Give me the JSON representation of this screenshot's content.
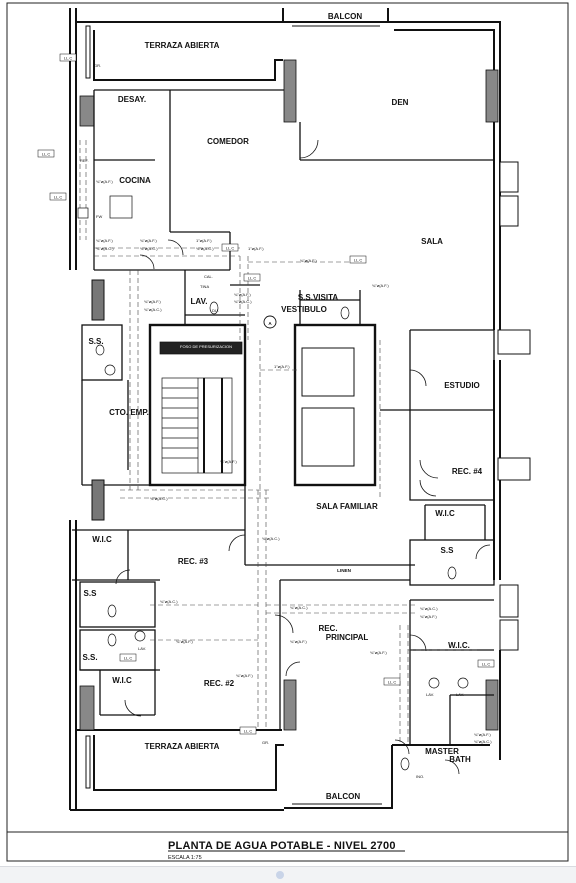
{
  "rooms": {
    "balcon_top": "BALCON",
    "terraza_top": "TERRAZA ABIERTA",
    "desay": "DESAY.",
    "den": "DEN",
    "comedor": "COMEDOR",
    "cocina": "COCINA",
    "sala": "SALA",
    "lav": "LAV.",
    "ss_visita": "S.S.VISITA",
    "vestibulo": "VESTIBULO",
    "ss_emp": "S.S.",
    "cto_emp": "CTO. EMP.",
    "estudio": "ESTUDIO",
    "rec4": "REC. #4",
    "sala_familiar": "SALA FAMILIAR",
    "wic_left": "W.I.C",
    "rec3": "REC. #3",
    "wic_right": "W.I.C",
    "ss_right": "S.S",
    "linen": "LINEN",
    "ss_left1": "S.S",
    "ss_left2": "S.S.",
    "rec_principal_1": "REC.",
    "rec_principal_2": "PRINCIPAL",
    "wic_master": "W.I.C.",
    "wic_bottom": "W.I.C",
    "rec2": "REC. #2",
    "terraza_bottom": "TERRAZA ABIERTA",
    "master_bath_1": "MASTER",
    "master_bath_2": "BATH",
    "balcon_bottom": "BALCON"
  },
  "pipe_labels": {
    "af": "¾\"ø(A.F.)",
    "ac": "¾\"ø(A.C.)",
    "af_1": "1\"ø(A.F.)",
    "af_half": "½\"ø(A.F.)",
    "llc": "LL.C",
    "gr": "GR.",
    "fw": "FW",
    "ref": "REF.",
    "cal": "CAL.",
    "tina": "TINA",
    "du": "DU.",
    "lav": "LAV.",
    "ino": "INO.",
    "foso": "FOSO DE PRESURIZACION",
    "north": "A"
  },
  "footer": {
    "title": "PLANTA DE AGUA POTABLE - NIVEL 2700",
    "scale": "ESCALA 1:75"
  }
}
